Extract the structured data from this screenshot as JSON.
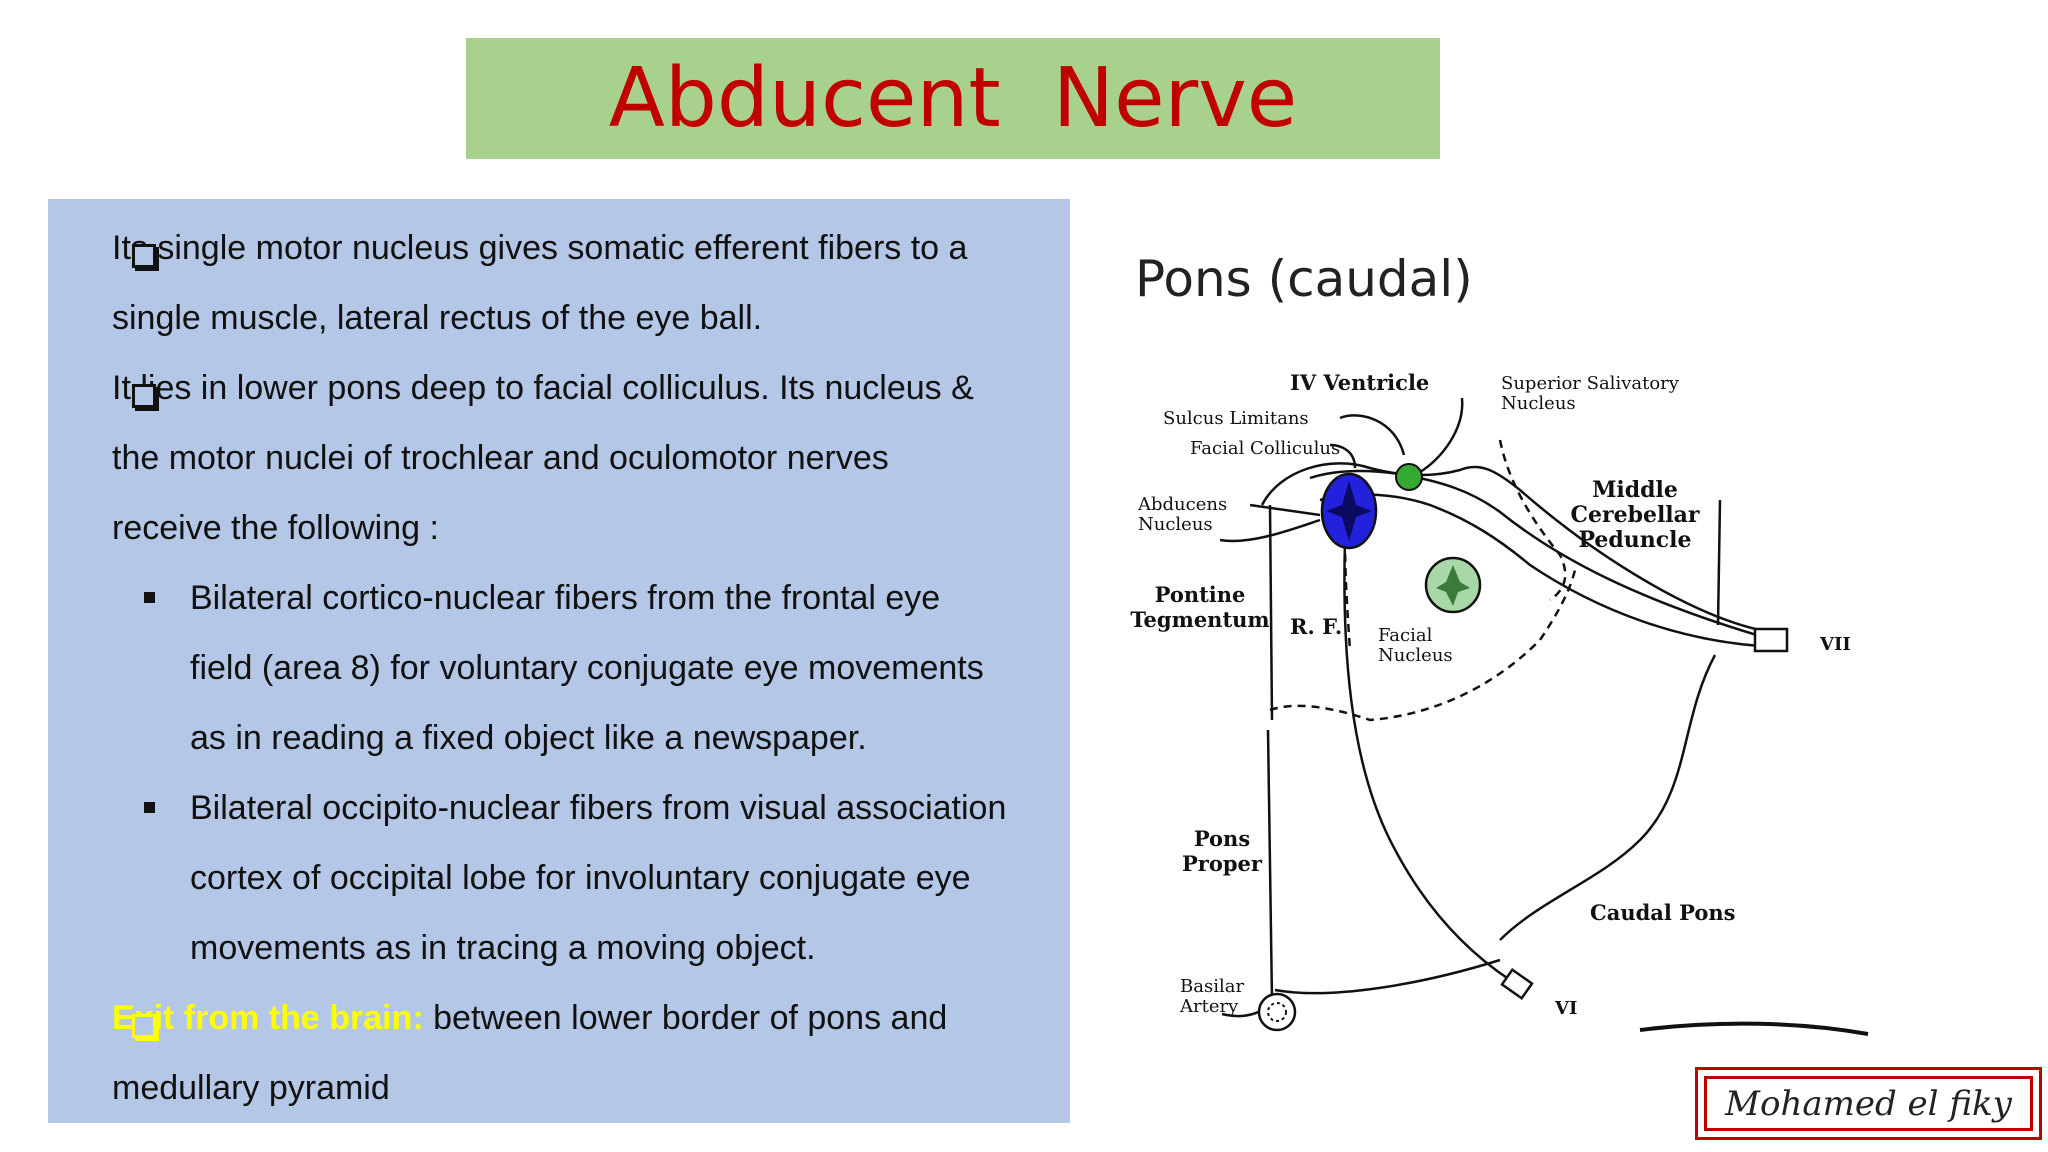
{
  "slide": {
    "title": "Abducent  Nerve",
    "lines": [
      "Its single motor nucleus gives somatic efferent fibers to a",
      "single muscle,  lateral rectus of the eye ball.",
      "It lies in lower pons deep to facial colliculus. Its nucleus &",
      "the motor nuclei of trochlear and oculomotor nerves",
      "receive the following :",
      "Bilateral cortico-nuclear fibers from the frontal eye",
      "field (area 8) for voluntary conjugate eye movements",
      "as in reading a fixed object like a newspaper.",
      "Bilateral occipito-nuclear fibers from visual association",
      "cortex of occipital lobe for involuntary conjugate eye",
      "movements as in tracing a moving object.",
      "Exit from the brain:",
      " between lower border of pons and",
      "medullary pyramid"
    ],
    "colors": {
      "title_bg": "#a9d18e",
      "title_text": "#c00000",
      "panel_bg": "#b4c7e7",
      "highlight": "#ffff00"
    }
  },
  "figure": {
    "title": "Pons (caudal)",
    "labels": {
      "iv_ventricle": "IV Ventricle",
      "sulcus_limitans": "Sulcus Limitans",
      "facial_colliculus": "Facial Colliculus",
      "superior_salivatory_1": "Superior Salivatory",
      "superior_salivatory_2": "Nucleus",
      "abducens_1": "Abducens",
      "abducens_2": "Nucleus",
      "middle_cp_1": "Middle",
      "middle_cp_2": "Cerebellar",
      "middle_cp_3": "Peduncle",
      "pontine_1": "Pontine",
      "pontine_2": "Tegmentum",
      "rf": "R. F.",
      "facial_nucleus_1": "Facial",
      "facial_nucleus_2": "Nucleus",
      "vii": "VII",
      "pons_proper_1": "Pons",
      "pons_proper_2": "Proper",
      "caudal_pons": "Caudal Pons",
      "basilar_1": "Basilar",
      "basilar_2": "Artery",
      "vi": "VI"
    },
    "colors": {
      "abducens_nucleus": "#2222dd",
      "facial_nucleus": "#a8d8a8",
      "salivatory": "#33aa33"
    }
  },
  "signature": "Mohamed el fiky"
}
